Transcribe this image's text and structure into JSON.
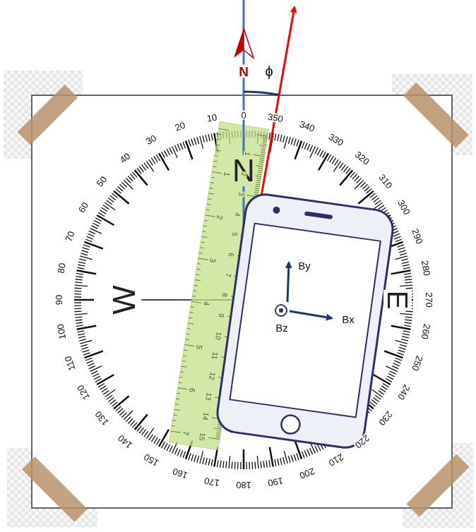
{
  "diagram": {
    "labels": [
      "N",
      "ϕ",
      "N",
      "W",
      "E",
      "0",
      "10",
      "20",
      "30",
      "40",
      "50",
      "60",
      "70",
      "80",
      "90",
      "100",
      "110",
      "120",
      "130",
      "140",
      "150",
      "160",
      "170",
      "180",
      "190",
      "200",
      "210",
      "220",
      "230",
      "240",
      "250",
      "260",
      "270",
      "280",
      "290",
      "300",
      "310",
      "320",
      "330",
      "340",
      "350",
      "1",
      "2",
      "3",
      "4",
      "5",
      "6",
      "7",
      "8",
      "9",
      "10",
      "11",
      "12",
      "13",
      "14",
      "15",
      "1",
      "2",
      "3",
      "4",
      "5",
      "6",
      "7",
      "By",
      "Bz",
      "Bx"
    ]
  }
}
